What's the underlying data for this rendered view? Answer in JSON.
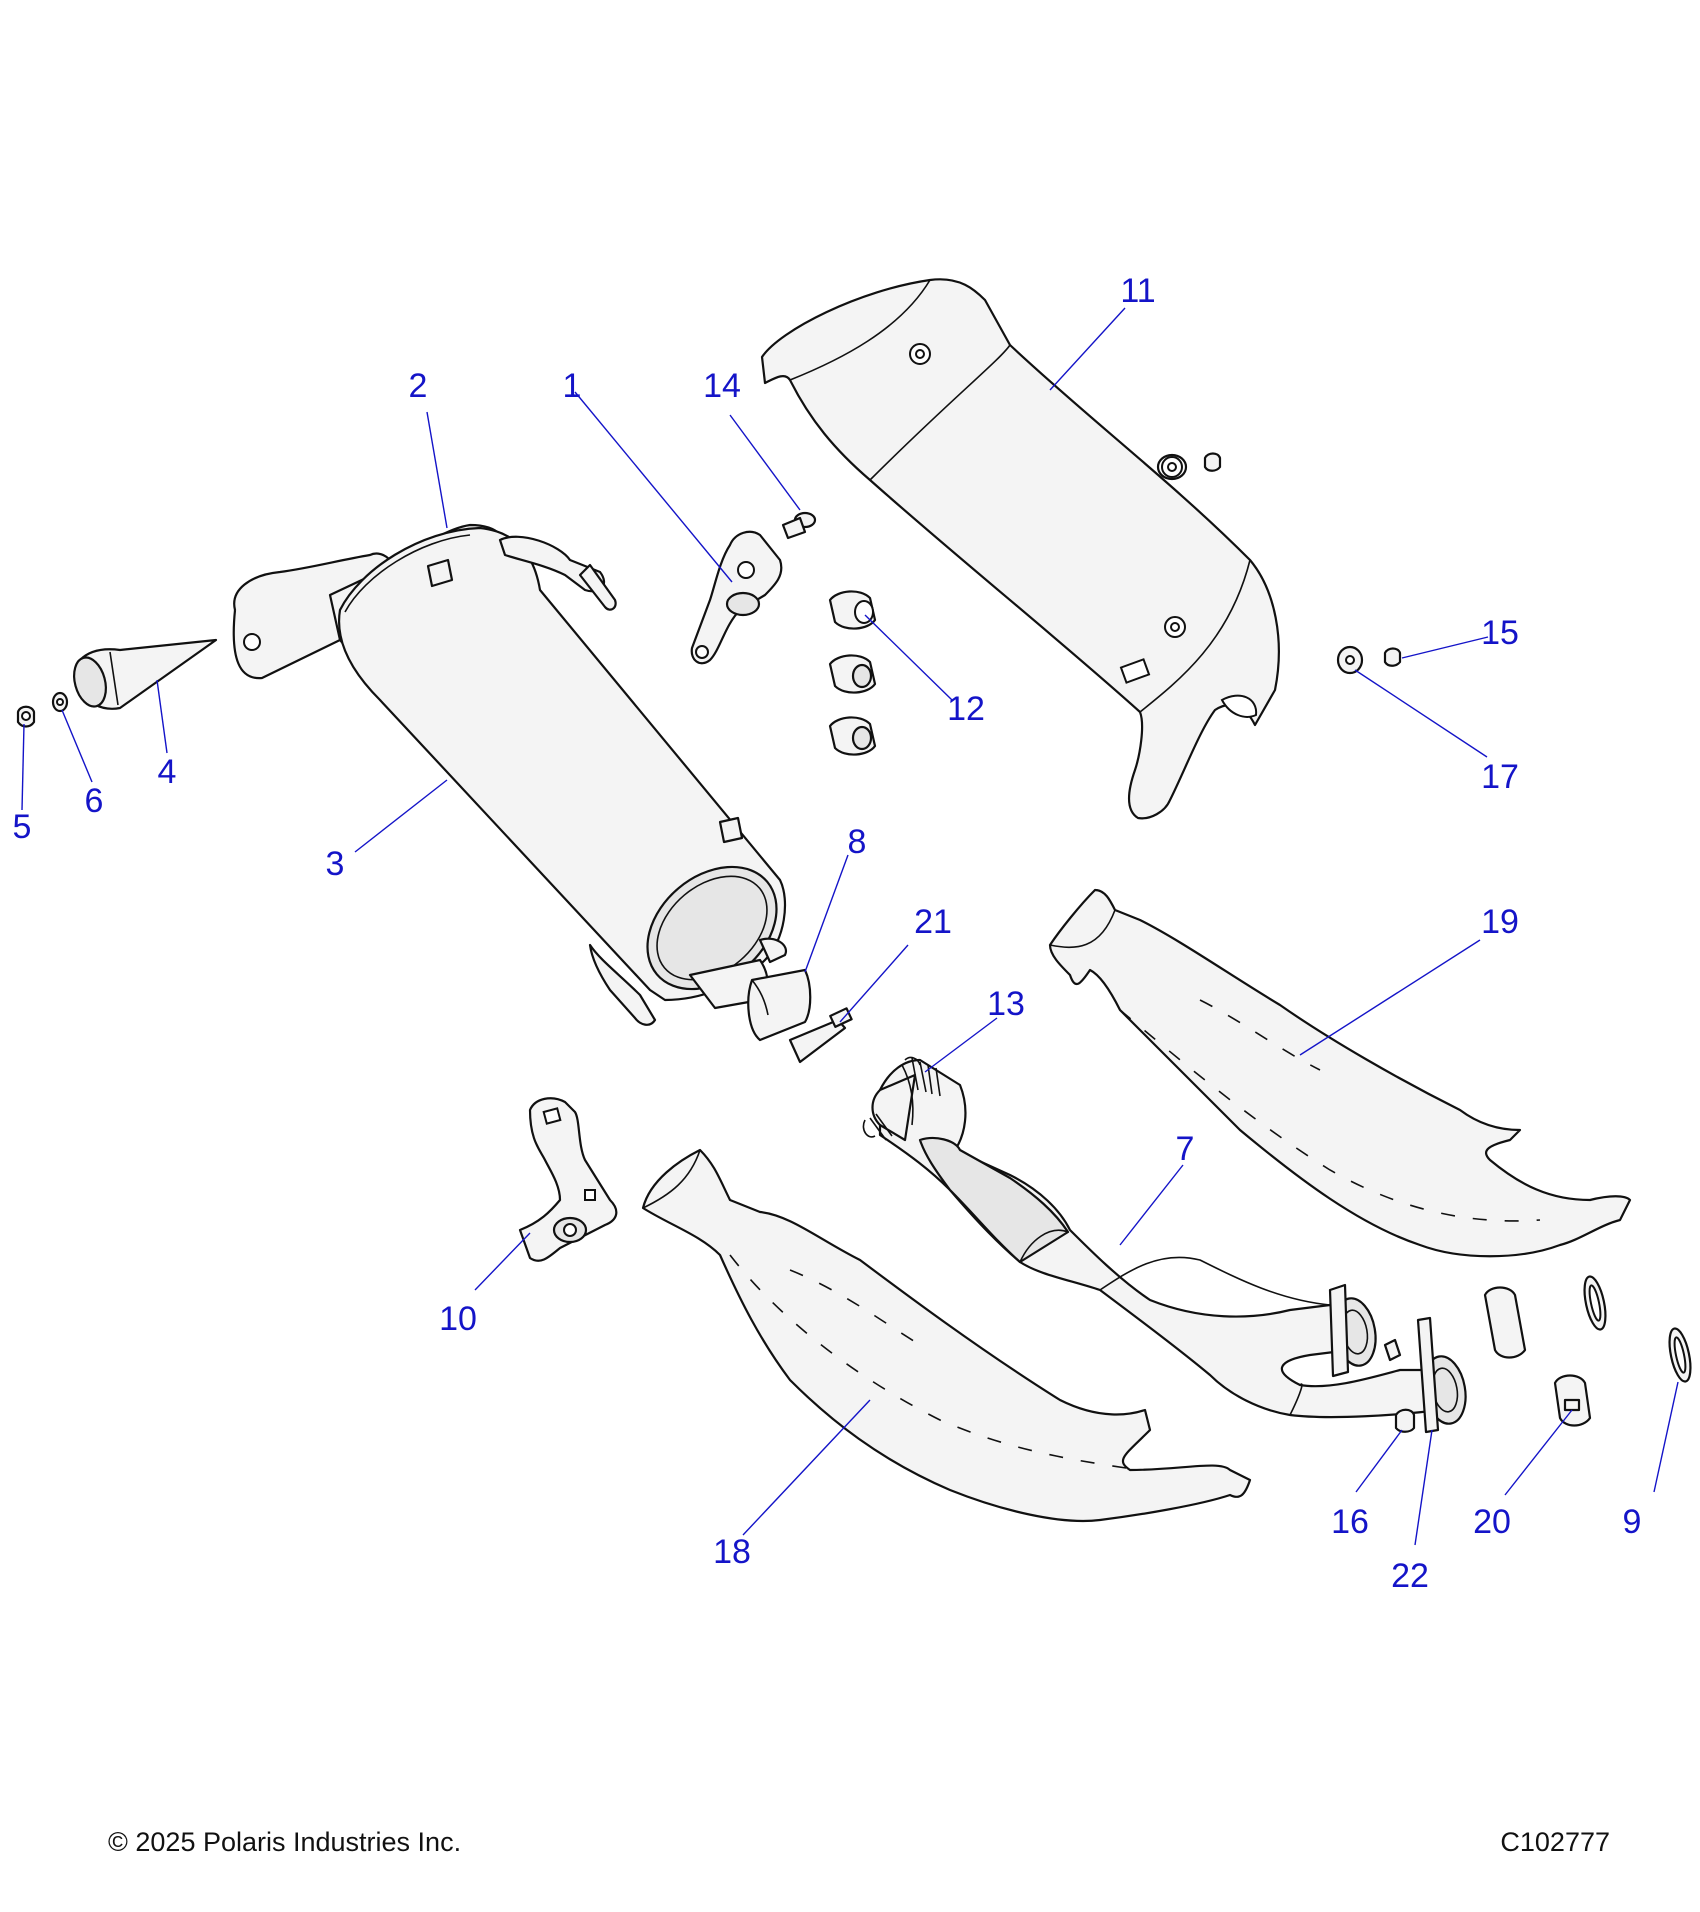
{
  "footer": {
    "copyright": "© 2025 Polaris Industries Inc.",
    "drawing_number": "C102777"
  },
  "callouts": [
    "1",
    "2",
    "3",
    "4",
    "5",
    "6",
    "7",
    "8",
    "9",
    "10",
    "11",
    "12",
    "13",
    "14",
    "15",
    "16",
    "17",
    "18",
    "19",
    "20",
    "21",
    "22"
  ],
  "colors": {
    "callout": "#1414c8",
    "line": "#111111",
    "part_fill": "#f4f4f4"
  }
}
